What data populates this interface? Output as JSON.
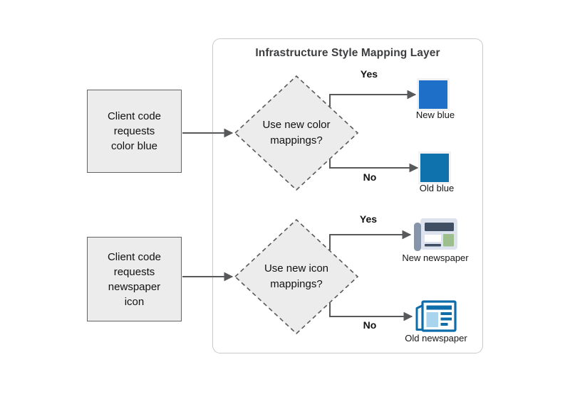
{
  "panel": {
    "title": "Infrastructure Style Mapping Layer"
  },
  "sources": [
    {
      "label": "Client code\nrequests\ncolor blue"
    },
    {
      "label": "Client code\nrequests\nnewspaper\nicon"
    }
  ],
  "decisions": [
    {
      "question": "Use new color\nmappings?",
      "yes_label": "Yes",
      "no_label": "No",
      "yes_outcome": {
        "caption": "New blue"
      },
      "no_outcome": {
        "caption": "Old blue"
      }
    },
    {
      "question": "Use new icon\nmappings?",
      "yes_label": "Yes",
      "no_label": "No",
      "yes_outcome": {
        "caption": "New newspaper"
      },
      "no_outcome": {
        "caption": "Old newspaper"
      }
    }
  ],
  "colors": {
    "new_blue": "#1e6fc8",
    "old_blue": "#0f72ac",
    "arrow": "#58595b",
    "newspaper_page": "#dce3ee",
    "newspaper_spine": "#8795aa",
    "newspaper_dark": "#3f4e63",
    "newspaper_green": "#9cbf8d",
    "old_newspaper_blue": "#0d6dab",
    "old_newspaper_light": "#a8d4ee"
  }
}
